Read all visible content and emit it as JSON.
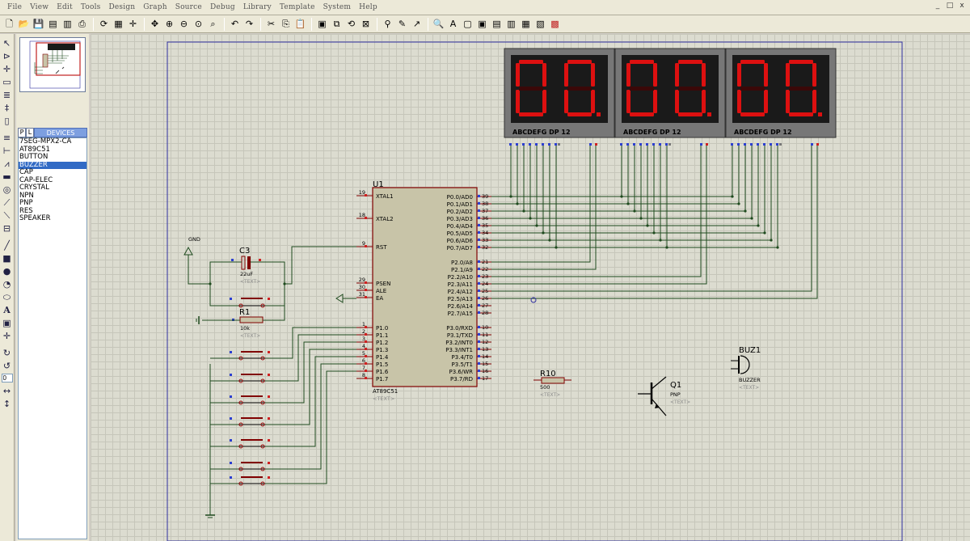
{
  "menu": [
    "File",
    "View",
    "Edit",
    "Tools",
    "Design",
    "Graph",
    "Source",
    "Debug",
    "Library",
    "Template",
    "System",
    "Help"
  ],
  "window_controls": [
    "_",
    "□",
    "x"
  ],
  "device_panel": {
    "p_label": "P",
    "l_label": "L",
    "header": "DEVICES",
    "items": [
      "7SEG-MPX2-CA",
      "AT89C51",
      "BUTTON",
      "BUZZER",
      "CAP",
      "CAP-ELEC",
      "CRYSTAL",
      "NPN",
      "PNP",
      "RES",
      "SPEAKER"
    ],
    "selected": "BUZZER"
  },
  "zoom_field": "0",
  "colors": {
    "wire": "#1e4a1e",
    "part_outline": "#800000",
    "part_fill": "#c8c4a8",
    "display_bg": "#1a1a1a",
    "segment_on": "#dd1010",
    "sheet_border": "#3030a0",
    "pin_blue": "#2c3fd1",
    "pin_red": "#d02020"
  },
  "schematic": {
    "gnd_label": "GND",
    "c3": {
      "ref": "C3",
      "value": "22uF",
      "text": "<TEXT>"
    },
    "r1": {
      "ref": "R1",
      "value": "10k",
      "text": "<TEXT>"
    },
    "u1": {
      "ref": "U1",
      "part": "AT89C51",
      "text": "<TEXT>",
      "left_pins": [
        {
          "num": "19",
          "name": "XTAL1"
        },
        {
          "num": "18",
          "name": "XTAL2"
        },
        {
          "num": "9",
          "name": "RST"
        },
        {
          "num": "29",
          "name": "PSEN"
        },
        {
          "num": "30",
          "name": "ALE"
        },
        {
          "num": "31",
          "name": "EA"
        },
        {
          "num": "1",
          "name": "P1.0"
        },
        {
          "num": "2",
          "name": "P1.1"
        },
        {
          "num": "3",
          "name": "P1.2"
        },
        {
          "num": "4",
          "name": "P1.3"
        },
        {
          "num": "5",
          "name": "P1.4"
        },
        {
          "num": "6",
          "name": "P1.5"
        },
        {
          "num": "7",
          "name": "P1.6"
        },
        {
          "num": "8",
          "name": "P1.7"
        }
      ],
      "right_pins": [
        {
          "num": "39",
          "name": "P0.0/AD0"
        },
        {
          "num": "38",
          "name": "P0.1/AD1"
        },
        {
          "num": "37",
          "name": "P0.2/AD2"
        },
        {
          "num": "36",
          "name": "P0.3/AD3"
        },
        {
          "num": "35",
          "name": "P0.4/AD4"
        },
        {
          "num": "34",
          "name": "P0.5/AD5"
        },
        {
          "num": "33",
          "name": "P0.6/AD6"
        },
        {
          "num": "32",
          "name": "P0.7/AD7"
        },
        {
          "num": "21",
          "name": "P2.0/A8"
        },
        {
          "num": "22",
          "name": "P2.1/A9"
        },
        {
          "num": "23",
          "name": "P2.2/A10"
        },
        {
          "num": "24",
          "name": "P2.3/A11"
        },
        {
          "num": "25",
          "name": "P2.4/A12"
        },
        {
          "num": "26",
          "name": "P2.5/A13"
        },
        {
          "num": "27",
          "name": "P2.6/A14"
        },
        {
          "num": "28",
          "name": "P2.7/A15"
        },
        {
          "num": "10",
          "name": "P3.0/RXD"
        },
        {
          "num": "11",
          "name": "P3.1/TXD"
        },
        {
          "num": "12",
          "name": "P3.2/INT0"
        },
        {
          "num": "13",
          "name": "P3.3/INT1"
        },
        {
          "num": "14",
          "name": "P3.4/T0"
        },
        {
          "num": "15",
          "name": "P3.5/T1"
        },
        {
          "num": "16",
          "name": "P3.6/WR"
        },
        {
          "num": "17",
          "name": "P3.7/RD"
        }
      ]
    },
    "display_pin_label": "ABCDEFG  DP      12",
    "display_digits": [
      "00.",
      "00.",
      "00."
    ],
    "r10": {
      "ref": "R10",
      "value": "500",
      "text": "<TEXT>"
    },
    "q1": {
      "ref": "Q1",
      "value": "PNP",
      "text": "<TEXT>"
    },
    "buz1": {
      "ref": "BUZ1",
      "value": "BUZZER",
      "text": "<TEXT>"
    }
  }
}
